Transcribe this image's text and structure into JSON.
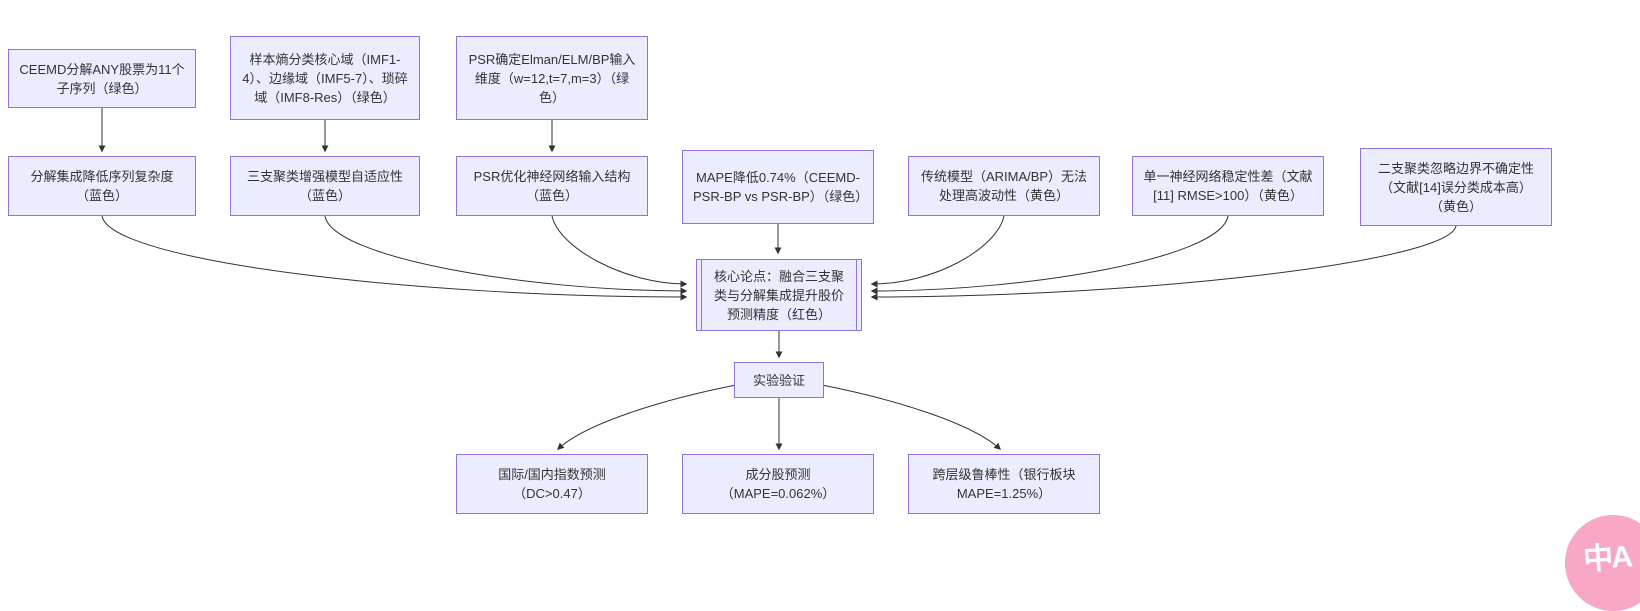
{
  "diagram": {
    "colors": {
      "node_fill": "#ECECFF",
      "node_border": "#9370DB",
      "text": "#333333",
      "arrow": "#333333",
      "background": "#ffffff"
    },
    "nodes": {
      "ceemd": {
        "label": "CEEMD分解ANY股票为11个子序列（绿色）"
      },
      "sample_entropy": {
        "label": "样本熵分类核心域（IMF1-4）、边缘域（IMF5-7）、琐碎域（IMF8-Res）（绿色）"
      },
      "psr_dimension": {
        "label": "PSR确定Elman/ELM/BP输入维度（w=12,t=7,m=3）（绿色）"
      },
      "decompose_reduce": {
        "label": "分解集成降低序列复杂度（蓝色）"
      },
      "three_way_cluster": {
        "label": "三支聚类增强模型自适应性（蓝色）"
      },
      "psr_optimize": {
        "label": "PSR优化神经网络输入结构（蓝色）"
      },
      "mape_reduce": {
        "label": "MAPE降低0.74%（CEEMD-PSR-BP vs PSR-BP）（绿色）"
      },
      "traditional_model": {
        "label": "传统模型（ARIMA/BP）无法处理高波动性（黄色）"
      },
      "single_nn": {
        "label": "单一神经网络稳定性差（文献[11] RMSE>100）（黄色）"
      },
      "two_way_cluster": {
        "label": "二支聚类忽略边界不确定性（文献[14]误分类成本高）（黄色）"
      },
      "core_thesis": {
        "label": "核心论点：融合三支聚类与分解集成提升股价预测精度（红色）"
      },
      "experiment": {
        "label": "实验验证"
      },
      "index_prediction": {
        "label": "国际/国内指数预测（DC>0.47）"
      },
      "component_stock": {
        "label": "成分股预测（MAPE=0.062%）"
      },
      "robustness": {
        "label": "跨层级鲁棒性（银行板块MAPE=1.25%）"
      }
    }
  },
  "translate_badge": {
    "label": "中A",
    "color": "#F7A8C6"
  }
}
